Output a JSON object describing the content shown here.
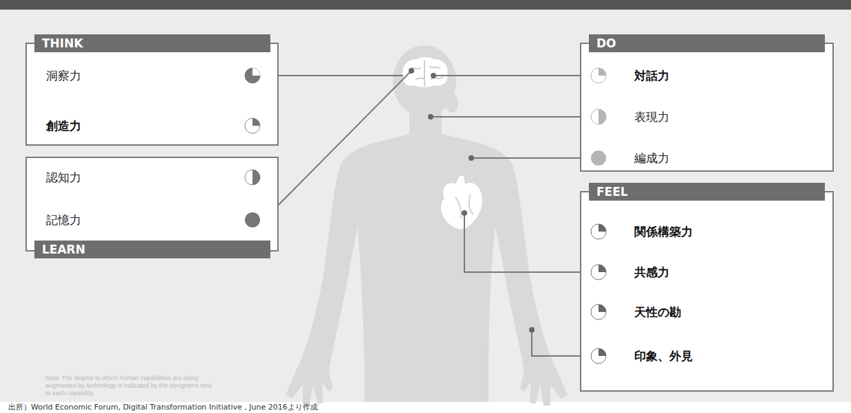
{
  "diagram": {
    "caption": "出所）World Economic Forum, Digital Transformation Initiative , June 2016より作成",
    "nodes": [
      {
        "text": [
          "THINK",
          "洞察力",
          "創造力"
        ]
      },
      {
        "text": [
          "DO",
          "対話力",
          "表現力",
          "編成力"
        ]
      },
      {
        "text": [
          "認知力",
          "記憶力",
          "LEARN"
        ]
      },
      {
        "text": [
          "FEEL",
          "関係構築力",
          "共感力",
          "天性の勘",
          "印象、外見"
        ]
      }
    ],
    "labels": [
      "Note: The degree to which human capabilities are being augmented by technology is indicated by the ideograms next to each capability."
    ]
  }
}
